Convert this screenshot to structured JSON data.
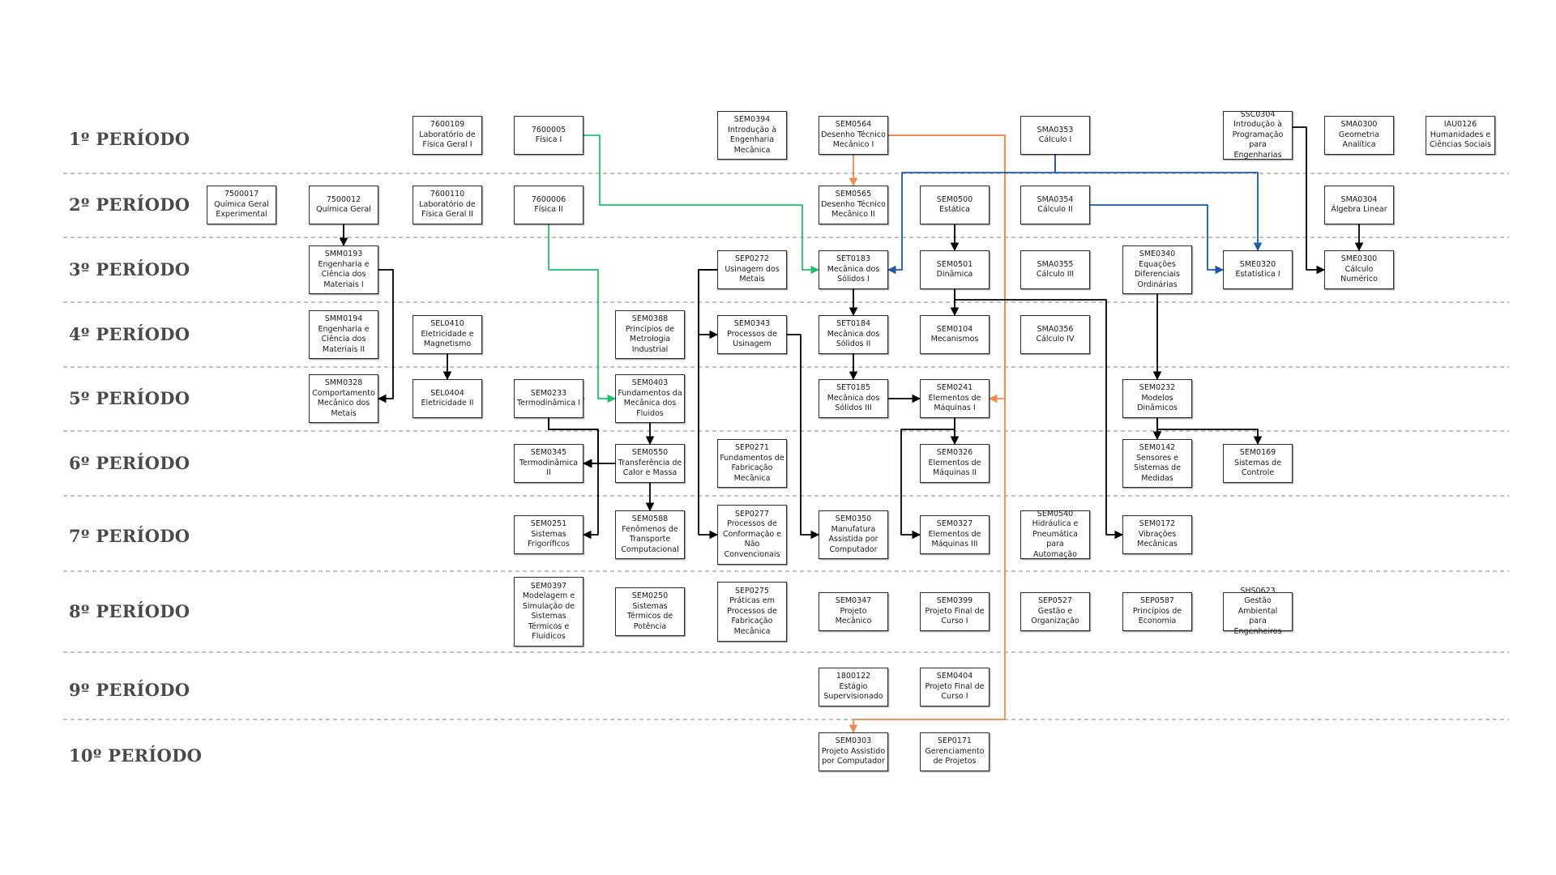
{
  "periods": [
    {
      "label": "1º PERÍODO"
    },
    {
      "label": "2º PERÍODO"
    },
    {
      "label": "3º PERÍODO"
    },
    {
      "label": "4º PERÍODO"
    },
    {
      "label": "5º PERÍODO"
    },
    {
      "label": "6º PERÍODO"
    },
    {
      "label": "7º PERÍODO"
    },
    {
      "label": "8º PERÍODO"
    },
    {
      "label": "9º PERÍODO"
    },
    {
      "label": "10º PERÍODO"
    }
  ],
  "colors": {
    "default_arrow": "#000000",
    "green_arrow": "#22c06a",
    "orange_arrow": "#f0894a",
    "blue_arrow": "#1f5aa8",
    "separator": "#9a9a9a"
  },
  "courses": [
    {
      "id": "7600109",
      "code": "7600109",
      "name": "Laboratório de\nFísica Geral I",
      "period": 1
    },
    {
      "id": "7600005",
      "code": "7600005",
      "name": "Física I",
      "period": 1
    },
    {
      "id": "SEM0394",
      "code": "SEM0394",
      "name": "Introdução à\nEngenharia\nMecânica",
      "period": 1
    },
    {
      "id": "SEM0564",
      "code": "SEM0564",
      "name": "Desenho Técnico\nMecânico I",
      "period": 1
    },
    {
      "id": "SMA0353",
      "code": "SMA0353",
      "name": "Cálculo I",
      "period": 1
    },
    {
      "id": "SSC0304",
      "code": "SSC0304",
      "name": "Introdução à\nProgramação\npara Engenharias",
      "period": 1
    },
    {
      "id": "SMA0300",
      "code": "SMA0300",
      "name": "Geometria\nAnalítica",
      "period": 1
    },
    {
      "id": "IAU0126",
      "code": "IAU0126",
      "name": "Humanidades e\nCiências Sociais",
      "period": 1
    },
    {
      "id": "7500017",
      "code": "7500017",
      "name": "Química Geral\nExperimental",
      "period": 2
    },
    {
      "id": "7500012",
      "code": "7500012",
      "name": "Química Geral",
      "period": 2
    },
    {
      "id": "7600110",
      "code": "7600110",
      "name": "Laboratório de\nFísica Geral II",
      "period": 2
    },
    {
      "id": "7600006",
      "code": "7600006",
      "name": "Física II",
      "period": 2
    },
    {
      "id": "SEM0565",
      "code": "SEM0565",
      "name": "Desenho Técnico\nMecânico II",
      "period": 2
    },
    {
      "id": "SEM0500",
      "code": "SEM0500",
      "name": "Estática",
      "period": 2
    },
    {
      "id": "SMA0354",
      "code": "SMA0354",
      "name": "Cálculo II",
      "period": 2
    },
    {
      "id": "SMA0304",
      "code": "SMA0304",
      "name": "Álgebra Linear",
      "period": 2
    },
    {
      "id": "SMM0193",
      "code": "SMM0193",
      "name": "Engenharia e\nCiência dos\nMateriais I",
      "period": 3
    },
    {
      "id": "SEP0272",
      "code": "SEP0272",
      "name": "Usinagem dos\nMetais",
      "period": 3
    },
    {
      "id": "SET0183",
      "code": "SET0183",
      "name": "Mecânica dos\nSólidos I",
      "period": 3
    },
    {
      "id": "SEM0501",
      "code": "SEM0501",
      "name": "Dinâmica",
      "period": 3
    },
    {
      "id": "SMA0355",
      "code": "SMA0355",
      "name": "Cálculo III",
      "period": 3
    },
    {
      "id": "SME0340",
      "code": "SME0340",
      "name": "Equações\nDiferenciais\nOrdinárias",
      "period": 3
    },
    {
      "id": "SME0320",
      "code": "SME0320",
      "name": "Estatística I",
      "period": 3
    },
    {
      "id": "SME0300",
      "code": "SME0300",
      "name": "Cálculo Numérico",
      "period": 3
    },
    {
      "id": "SMM0194",
      "code": "SMM0194",
      "name": "Engenharia e\nCiência dos\nMateriais II",
      "period": 4
    },
    {
      "id": "SEL0410",
      "code": "SEL0410",
      "name": "Eletricidade e\nMagnetismo",
      "period": 4
    },
    {
      "id": "SEM0388",
      "code": "SEM0388",
      "name": "Princípios de\nMetrologia\nIndustrial",
      "period": 4
    },
    {
      "id": "SEM0343",
      "code": "SEM0343",
      "name": "Processos de\nUsinagem",
      "period": 4
    },
    {
      "id": "SET0184",
      "code": "SET0184",
      "name": "Mecânica dos\nSólidos II",
      "period": 4
    },
    {
      "id": "SEM0104",
      "code": "SEM0104",
      "name": "Mecanismos",
      "period": 4
    },
    {
      "id": "SMA0356",
      "code": "SMA0356",
      "name": "Cálculo IV",
      "period": 4
    },
    {
      "id": "SMM0328",
      "code": "SMM0328",
      "name": "Comportamento\nMecânico dos\nMetais",
      "period": 5
    },
    {
      "id": "SEL0404",
      "code": "SEL0404",
      "name": "Eletricidade II",
      "period": 5
    },
    {
      "id": "SEM0233",
      "code": "SEM0233",
      "name": "Termodinâmica I",
      "period": 5
    },
    {
      "id": "SEM0403",
      "code": "SEM0403",
      "name": "Fundamentos da\nMecânica dos\nFluidos",
      "period": 5
    },
    {
      "id": "SET0185",
      "code": "SET0185",
      "name": "Mecânica dos\nSólidos III",
      "period": 5
    },
    {
      "id": "SEM0241",
      "code": "SEM0241",
      "name": "Elementos de\nMáquinas I",
      "period": 5
    },
    {
      "id": "SEM0232",
      "code": "SEM0232",
      "name": "Modelos\nDinâmicos",
      "period": 5
    },
    {
      "id": "SEM0345",
      "code": "SEM0345",
      "name": "Termodinâmica II",
      "period": 6
    },
    {
      "id": "SEM0550",
      "code": "SEM0550",
      "name": "Transferência de\nCalor e Massa",
      "period": 6
    },
    {
      "id": "SEP0271",
      "code": "SEP0271",
      "name": "Fundamentos de\nFabricação\nMecânica",
      "period": 6
    },
    {
      "id": "SEM0326",
      "code": "SEM0326",
      "name": "Elementos de\nMáquinas II",
      "period": 6
    },
    {
      "id": "SEM0142",
      "code": "SEM0142",
      "name": "Sensores e\nSistemas de\nMedidas",
      "period": 6
    },
    {
      "id": "SEM0169",
      "code": "SEM0169",
      "name": "Sistemas de\nControle",
      "period": 6
    },
    {
      "id": "SEM0251",
      "code": "SEM0251",
      "name": "Sistemas\nFrigoríficos",
      "period": 7
    },
    {
      "id": "SEM0588",
      "code": "SEM0588",
      "name": "Fenômenos de\nTransporte\nComputacional",
      "period": 7
    },
    {
      "id": "SEP0277",
      "code": "SEP0277",
      "name": "Processos de\nConformação e\nNão\nConvencionais",
      "period": 7
    },
    {
      "id": "SEM0350",
      "code": "SEM0350",
      "name": "Manufatura\nAssistida por\nComputador",
      "period": 7
    },
    {
      "id": "SEM0327",
      "code": "SEM0327",
      "name": "Elementos de\nMáquinas III",
      "period": 7
    },
    {
      "id": "SEM0540",
      "code": "SEM0540",
      "name": "Hidráulica e\nPneumática para\nAutomação",
      "period": 7
    },
    {
      "id": "SEM0172",
      "code": "SEM0172",
      "name": "Vibrações\nMecânicas",
      "period": 7
    },
    {
      "id": "SEM0397",
      "code": "SEM0397",
      "name": "Modelagem e\nSimulação de\nSistemas\nTérmicos e\nFluídicos",
      "period": 8
    },
    {
      "id": "SEM0250",
      "code": "SEM0250",
      "name": "Sistemas\nTérmicos de\nPotência",
      "period": 8
    },
    {
      "id": "SEP0275",
      "code": "SEP0275",
      "name": "Práticas em\nProcessos de\nFabricação\nMecânica",
      "period": 8
    },
    {
      "id": "SEM0347",
      "code": "SEM0347",
      "name": "Projeto Mecânico",
      "period": 8
    },
    {
      "id": "SEM0399",
      "code": "SEM0399",
      "name": "Projeto Final de\nCurso I",
      "period": 8
    },
    {
      "id": "SEP0527",
      "code": "SEP0527",
      "name": "Gestão e\nOrganização",
      "period": 8
    },
    {
      "id": "SEP0587",
      "code": "SEP0587",
      "name": "Princípios de\nEconomia",
      "period": 8
    },
    {
      "id": "SHS0623",
      "code": "SHS0623",
      "name": "Gestão Ambiental\npara Engenheiros",
      "period": 8
    },
    {
      "id": "1800122",
      "code": "1800122",
      "name": "Estágio\nSupervisionado",
      "period": 9
    },
    {
      "id": "SEM0404",
      "code": "SEM0404",
      "name": "Projeto Final de\nCurso I",
      "period": 9
    },
    {
      "id": "SEM0303",
      "code": "SEM0303",
      "name": "Projeto Assistido\npor Computador",
      "period": 10
    },
    {
      "id": "SEP0171",
      "code": "SEP0171",
      "name": "Gerenciamento\nde Projetos",
      "period": 10
    }
  ],
  "prerequisites": [
    {
      "from": "7500012",
      "to": "SMM0193",
      "color": "default"
    },
    {
      "from": "SMM0193",
      "to": "SMM0328",
      "color": "default"
    },
    {
      "from": "SEL0410",
      "to": "SEL0404",
      "color": "default"
    },
    {
      "from": "7600005",
      "to": "SET0183",
      "color": "green"
    },
    {
      "from": "7600006",
      "to": "SEM0403",
      "color": "green"
    },
    {
      "from": "SEM0564",
      "to": "SEM0565",
      "color": "orange"
    },
    {
      "from": "SEM0564",
      "to": "SEM0241",
      "color": "orange"
    },
    {
      "from": "SEM0564",
      "to": "SEM0303",
      "color": "orange"
    },
    {
      "from": "SMA0353",
      "to": "SET0183",
      "color": "blue"
    },
    {
      "from": "SMA0353",
      "to": "SME0320",
      "color": "blue"
    },
    {
      "from": "SMA0354",
      "to": "SME0320",
      "color": "blue"
    },
    {
      "from": "SSC0304",
      "to": "SME0300",
      "color": "default"
    },
    {
      "from": "SMA0304",
      "to": "SME0300",
      "color": "default"
    },
    {
      "from": "SEM0500",
      "to": "SEM0501",
      "color": "default"
    },
    {
      "from": "SEM0501",
      "to": "SEM0104",
      "color": "default"
    },
    {
      "from": "SEM0501",
      "to": "SEM0172",
      "color": "default"
    },
    {
      "from": "SET0183",
      "to": "SET0184",
      "color": "default"
    },
    {
      "from": "SET0184",
      "to": "SET0185",
      "color": "default"
    },
    {
      "from": "SET0185",
      "to": "SEM0241",
      "color": "default"
    },
    {
      "from": "SEM0241",
      "to": "SEM0326",
      "color": "default"
    },
    {
      "from": "SEM0241",
      "to": "SEM0327",
      "color": "default"
    },
    {
      "from": "SME0340",
      "to": "SEM0232",
      "color": "default"
    },
    {
      "from": "SEM0232",
      "to": "SEM0142",
      "color": "default"
    },
    {
      "from": "SEM0232",
      "to": "SEM0169",
      "color": "default"
    },
    {
      "from": "SEP0272",
      "to": "SEM0343",
      "color": "default"
    },
    {
      "from": "SEP0272",
      "to": "SEP0277",
      "color": "default"
    },
    {
      "from": "SEM0343",
      "to": "SEM0350",
      "color": "default"
    },
    {
      "from": "SEM0403",
      "to": "SEM0550",
      "color": "default"
    },
    {
      "from": "SEM0550",
      "to": "SEM0588",
      "color": "default"
    },
    {
      "from": "SEM0233",
      "to": "SEM0345",
      "color": "default"
    },
    {
      "from": "SEM0233",
      "to": "SEM0251",
      "color": "default"
    }
  ]
}
